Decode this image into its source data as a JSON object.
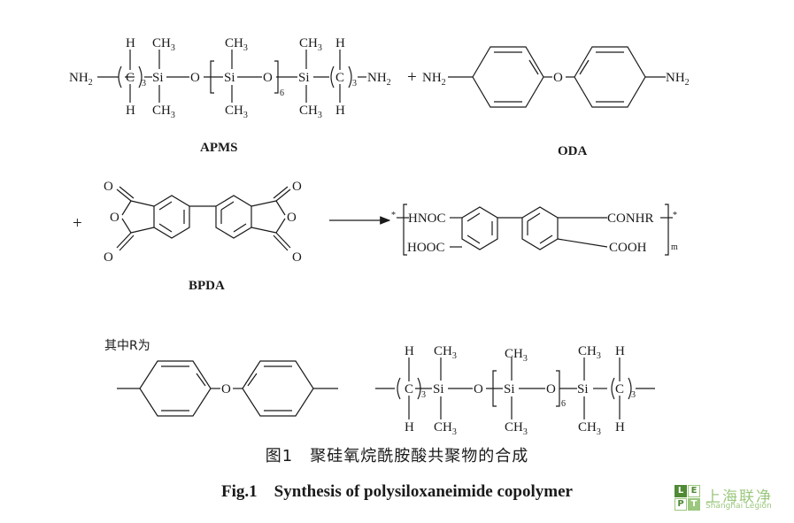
{
  "labels": {
    "apms": "APMS",
    "oda": "ODA",
    "bpda": "BPDA",
    "r_note": "其中R为",
    "plus": "+"
  },
  "atoms": {
    "nh2": "NH",
    "two": "2",
    "h": "H",
    "c": "C",
    "ch": "CH",
    "three": "3",
    "six": "6",
    "si": "Si",
    "o": "O",
    "hnoc": "HNOC",
    "conhr": "CONHR",
    "hooc": "HOOC",
    "cooh": "COOH",
    "m": "m",
    "star": "*"
  },
  "caption": {
    "cn": "图1　聚硅氧烷酰胺酸共聚物的合成",
    "en": "Fig.1　Synthesis  of  polysiloxaneimide  copolymer"
  },
  "logo": {
    "letters": [
      "L",
      "E",
      "P",
      "T"
    ],
    "name": "上海联净",
    "en": "Shanghai Legion",
    "colors": {
      "dark": "#4f8a35",
      "light": "#9bc77e"
    }
  }
}
